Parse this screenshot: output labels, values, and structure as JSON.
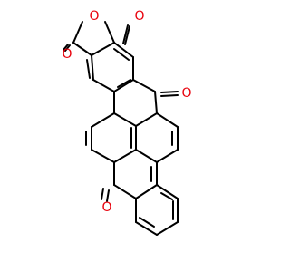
{
  "molecule": {
    "atom_labels": [
      "O",
      "O",
      "O",
      "O",
      "O"
    ]
  },
  "colors": {
    "bond": "#000000",
    "oxygen": "#e8000b",
    "background": "#ffffff"
  }
}
